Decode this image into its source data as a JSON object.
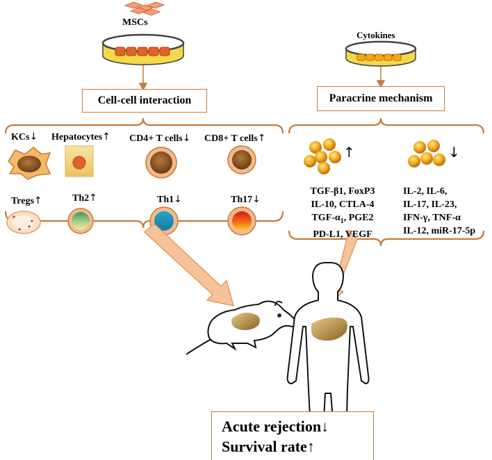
{
  "left_source": "MSCs",
  "right_source": "Cytokines",
  "left_mechanism": "Cell-cell interaction",
  "right_mechanism": "Paracrine mechanism",
  "up_arrow": "↑",
  "down_arrow": "↓",
  "cells_row1": [
    {
      "name": "KCs",
      "dir": "↓"
    },
    {
      "name": "Hepatocytes",
      "dir": "↑"
    },
    {
      "name": "CD4+ T cells",
      "dir": "↓"
    },
    {
      "name": "CD8+ T cells",
      "dir": "↑"
    }
  ],
  "cells_row2": [
    {
      "name": "Tregs",
      "dir": "↑"
    },
    {
      "name": "Th2",
      "dir": "↑"
    },
    {
      "name": "Th1",
      "dir": "↓"
    },
    {
      "name": "Th17",
      "dir": "↓"
    }
  ],
  "up_cytokines": [
    "TGF-β1, FoxP3",
    "IL-10, CTLA-4",
    "TGF-α",
    "1",
    ", PGE2",
    "PD-L1, VEGF"
  ],
  "down_cytokines": [
    "IL-2, IL-6,",
    "IL-17, IL-23,",
    "IFN-γ, TNF-α",
    "IL-12, miR-17-5p"
  ],
  "outcomes": [
    "Acute rejection↓",
    "Survival rate↑"
  ],
  "colors": {
    "accent": "#c77a3a",
    "dish_fill": "#f3d84a",
    "cell_orange": "#e06a2a",
    "arrow_fill": "#f6c29a"
  }
}
